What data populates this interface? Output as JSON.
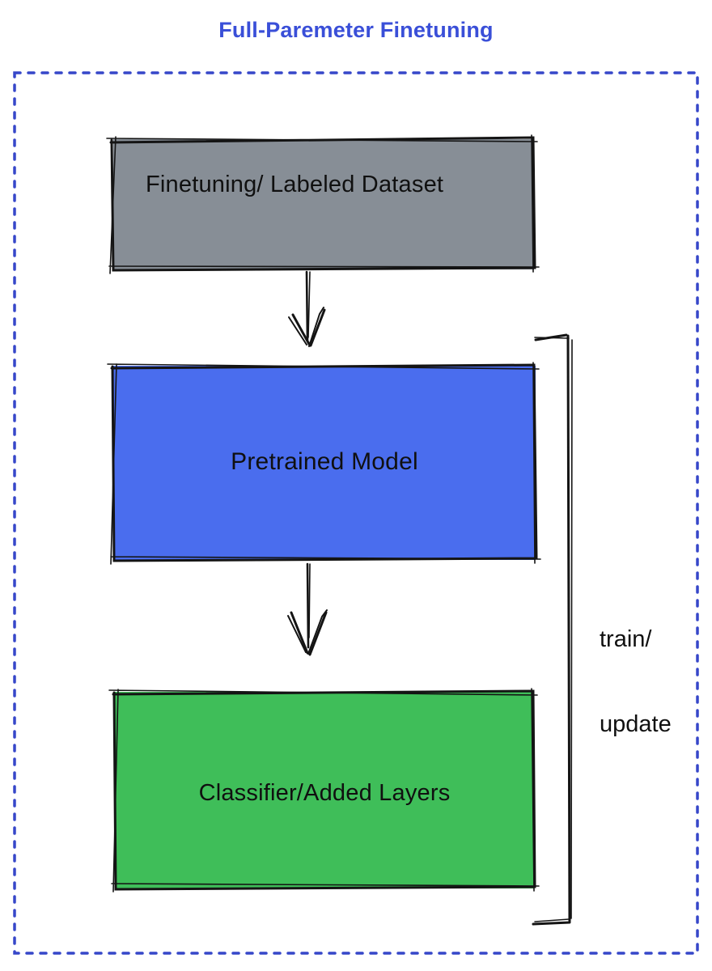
{
  "title": "Full-Paremeter Finetuning",
  "colors": {
    "title": "#3A4FD8",
    "boundary": "#3647C9",
    "stroke": "#141414",
    "dataset_fill": "#878E96",
    "pretrained_fill": "#4A6DEE",
    "classifier_fill": "#3FBE59"
  },
  "boxes": {
    "dataset": {
      "label": "Finetuning/ Labeled Dataset"
    },
    "pretrained": {
      "label": "Pretrained Model"
    },
    "classifier": {
      "label": "Classifier/Added Layers"
    }
  },
  "bracket": {
    "line1": "train/",
    "line2": "update"
  }
}
